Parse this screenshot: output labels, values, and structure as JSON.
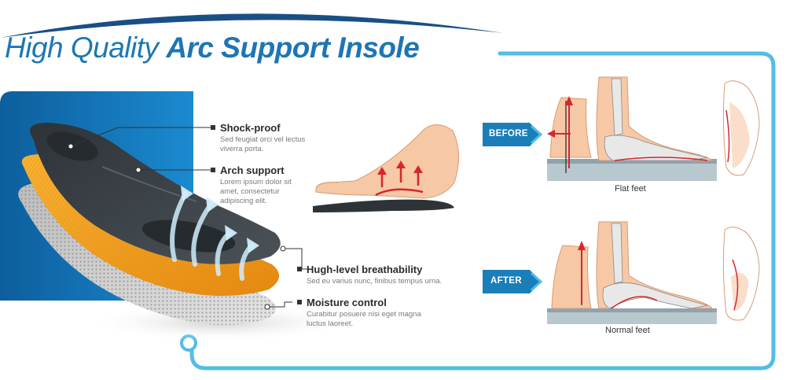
{
  "title": {
    "regular": "High Quality",
    "bold": "Arc Support Insole"
  },
  "features": [
    {
      "heading": "Shock-proof",
      "lines": [
        "Sed feugiat orci vel lectus",
        "viverra porta."
      ]
    },
    {
      "heading": "Arch support",
      "lines": [
        "Lorem ipsum dolor sit",
        "amet, consectetur",
        "adipiscing elit."
      ]
    },
    {
      "heading": "Hugh-level breathability",
      "lines": [
        "Sed eu varius nunc, finibus tempus urna."
      ]
    },
    {
      "heading": "Moisture control",
      "lines": [
        "Curabitur posuere nisi eget magna",
        "luctus laoreet."
      ]
    }
  ],
  "comparison": {
    "before": {
      "tag": "BEFORE",
      "caption": "Flat feet"
    },
    "after": {
      "tag": "AFTER",
      "caption": "Normal feet"
    }
  },
  "colors": {
    "accent_blue": "#1d76b4",
    "frame_blue": "#52bde6",
    "tag_blue": "#1a7fb8",
    "arrow_red": "#d8262a",
    "orange": "#f5a623",
    "dark_insole": "#3a4045"
  }
}
